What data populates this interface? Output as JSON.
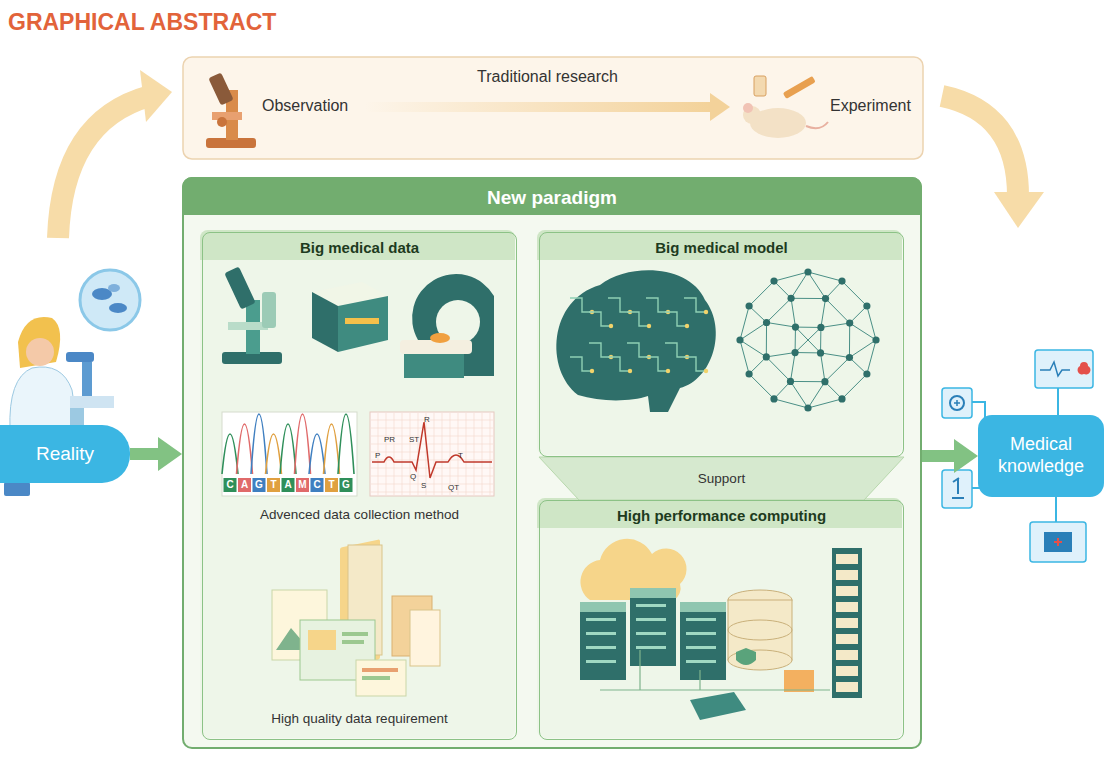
{
  "diagram": {
    "title": "GRAPHICAL ABSTRACT",
    "nodes": [
      {
        "text": [
          "Observation"
        ]
      },
      {
        "text": [
          "Experiment"
        ]
      },
      {
        "text": [
          "New paradigm"
        ]
      },
      {
        "text": [
          "Big medical data",
          "Advenced data collection method",
          "High quality data requirement"
        ],
        "in": 2
      },
      {
        "text": [
          "Big medical model"
        ],
        "in": 2
      },
      {
        "text": [
          "High performance computing"
        ],
        "in": 2
      },
      {
        "text": [
          "Reality"
        ]
      },
      {
        "text": [
          "Medical knowledge"
        ]
      }
    ],
    "edges": [
      {
        "from": 0,
        "to": 1,
        "label": "Traditional research",
        "arrow": "to"
      },
      {
        "from": 6,
        "to": 2,
        "arrow": "to"
      },
      {
        "from": 2,
        "to": 7,
        "arrow": "to"
      },
      {
        "from": 4,
        "to": 5,
        "label": "Support",
        "arrow": "none"
      }
    ],
    "labels": [
      "C",
      "A",
      "G",
      "T",
      "A",
      "M",
      "C",
      "T",
      "G",
      "R",
      "PR",
      "ST",
      "P",
      "T",
      "Q",
      "S",
      "QT"
    ]
  }
}
